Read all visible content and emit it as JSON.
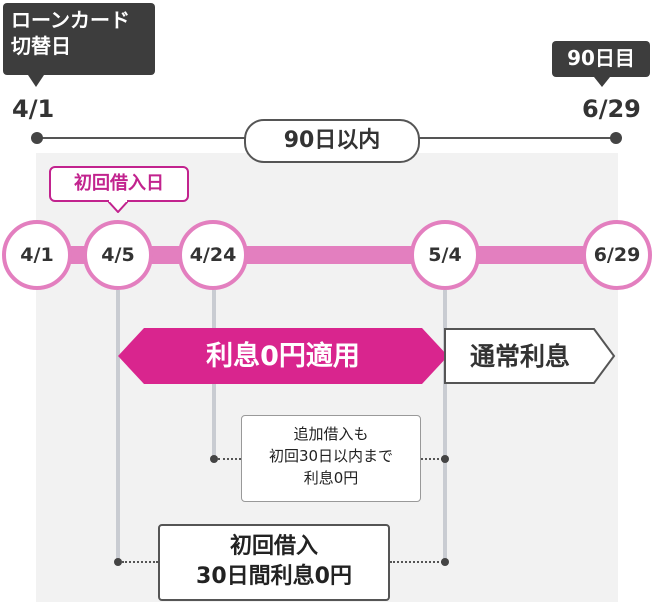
{
  "callouts": {
    "card_switch": "ローンカード\n切替日",
    "day90": "90日目",
    "first_borrow": "初回借入日"
  },
  "top_timeline": {
    "start_date": "4/1",
    "end_date": "6/29",
    "range_label": "90日以内"
  },
  "timeline_nodes": [
    "4/1",
    "4/5",
    "4/24",
    "5/4",
    "6/29"
  ],
  "arrows": {
    "zero_interest": "利息0円適用",
    "normal_interest": "通常利息"
  },
  "notes": {
    "additional": "追加借入も\n初回30日以内まで\n利息0円",
    "first_loan": "初回借入\n30日間利息0円"
  },
  "colors": {
    "pink": "#e37fbf",
    "magenta": "#d9258e",
    "dark": "#3d3d3d"
  }
}
